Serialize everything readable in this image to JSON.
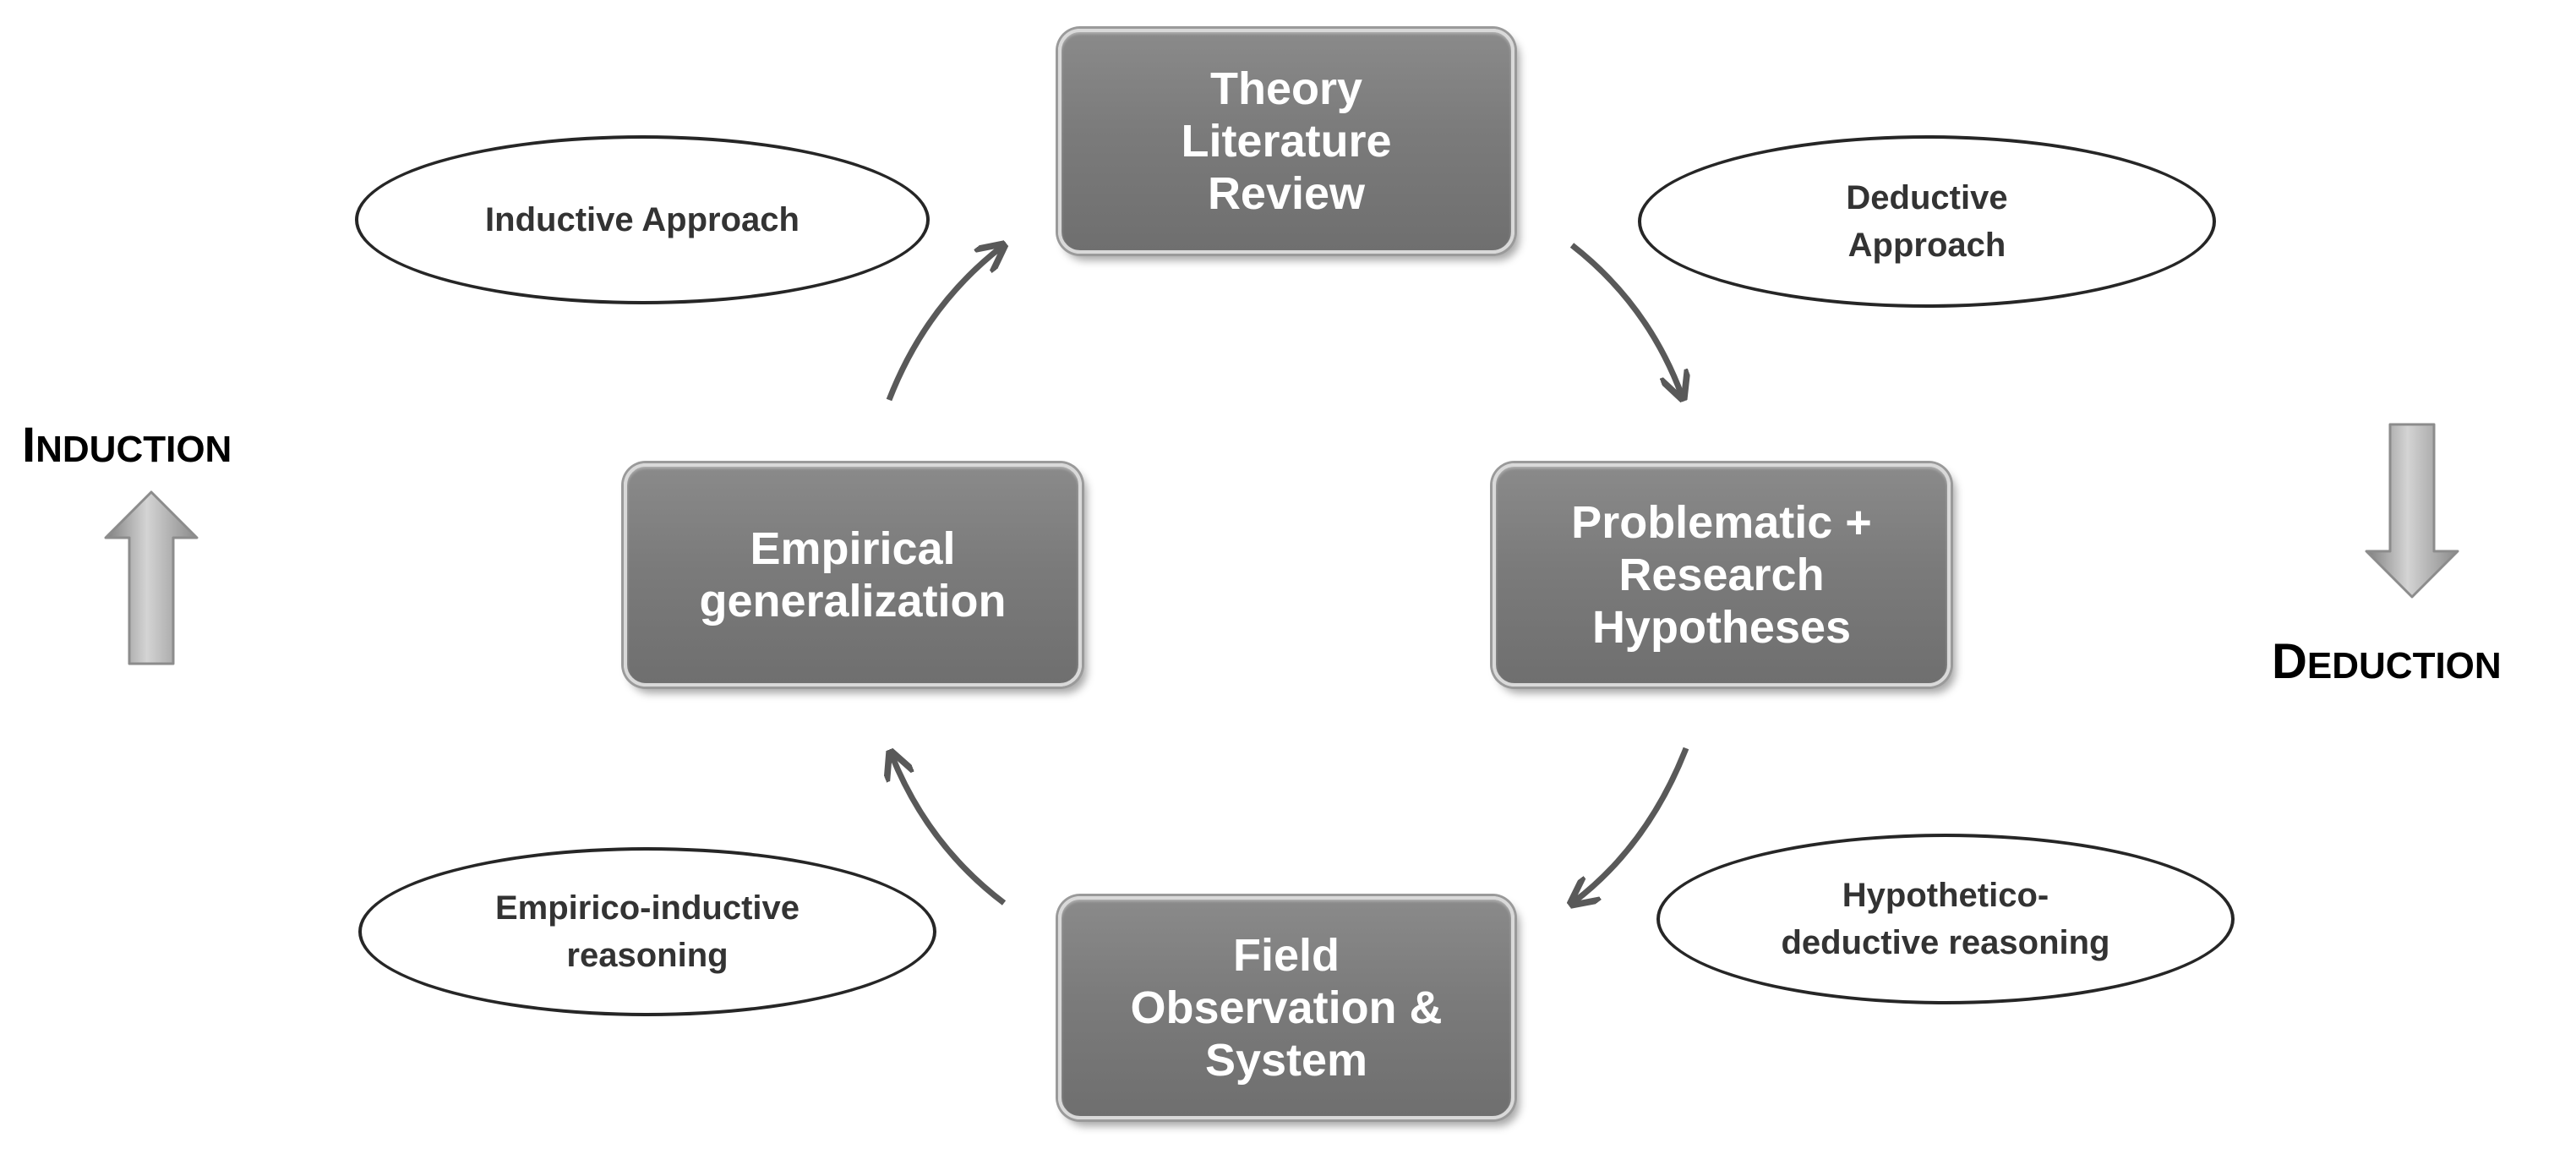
{
  "boxes": {
    "theory": {
      "lines": [
        "Theory",
        "Literature",
        "Review"
      ]
    },
    "problematic": {
      "lines": [
        "Problematic +",
        "Research",
        "Hypotheses"
      ]
    },
    "field": {
      "lines": [
        "Field",
        "Observation &",
        "System"
      ]
    },
    "empirical": {
      "lines": [
        "Empirical",
        "generalization"
      ]
    }
  },
  "ellipses": {
    "inductive_approach": {
      "lines": [
        "Inductive Approach"
      ]
    },
    "deductive_approach": {
      "lines": [
        "Deductive",
        "Approach"
      ]
    },
    "empirico_inductive": {
      "lines": [
        "Empirico-inductive",
        "reasoning"
      ]
    },
    "hypothetico_deductive": {
      "lines": [
        "Hypothetico-",
        "deductive reasoning"
      ]
    }
  },
  "side_labels": {
    "induction": {
      "first": "I",
      "rest": "nduction"
    },
    "deduction": {
      "first": "D",
      "rest": "eduction"
    }
  },
  "colors": {
    "box_fill": "#7b7b7b",
    "box_border": "#d9d9d9",
    "arrow": "#595959",
    "ellipse_border": "#262626"
  }
}
